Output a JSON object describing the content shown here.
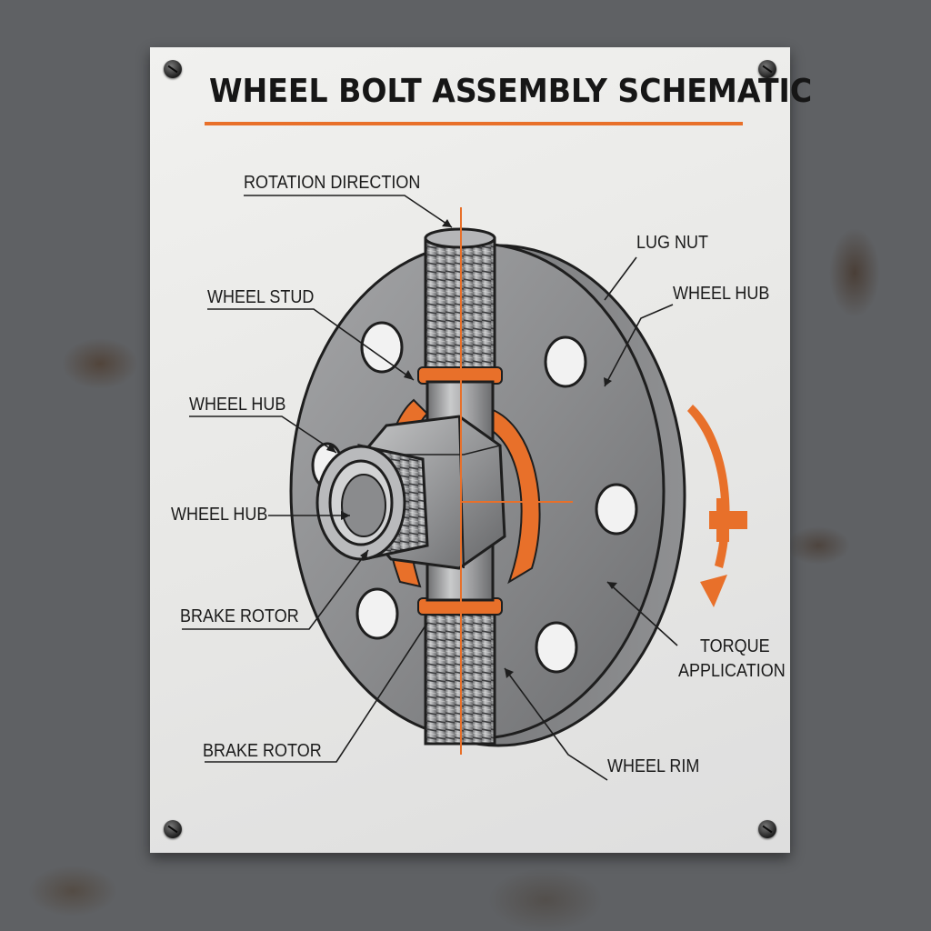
{
  "poster": {
    "title": "WHEEL BOLT ASSEMBLY SCHEMATIC"
  },
  "labels": {
    "rotation_direction": "ROTATION DIRECTION",
    "lug_nut": "LUG NUT",
    "wheel_stud": "WHEEL STUD",
    "wheel_hub_right": "WHEEL HUB",
    "wheel_hub_left_upper": "WHEEL HUB",
    "wheel_hub_left_lower": "WHEEL HUB",
    "brake_rotor_upper": "BRAKE ROTOR",
    "brake_rotor_lower": "BRAKE ROTOR",
    "torque_line1": "TORQUE",
    "torque_line2": "APPLICATION",
    "wheel_rim": "WHEEL RIM"
  },
  "colors": {
    "accent": "#e8702a",
    "steel": "#8e8f91",
    "ink": "#161616",
    "poster": "#ececea"
  },
  "icons": {
    "rotation_arrow": "curved-arrow-icon",
    "mount_screw": "screw-icon"
  }
}
